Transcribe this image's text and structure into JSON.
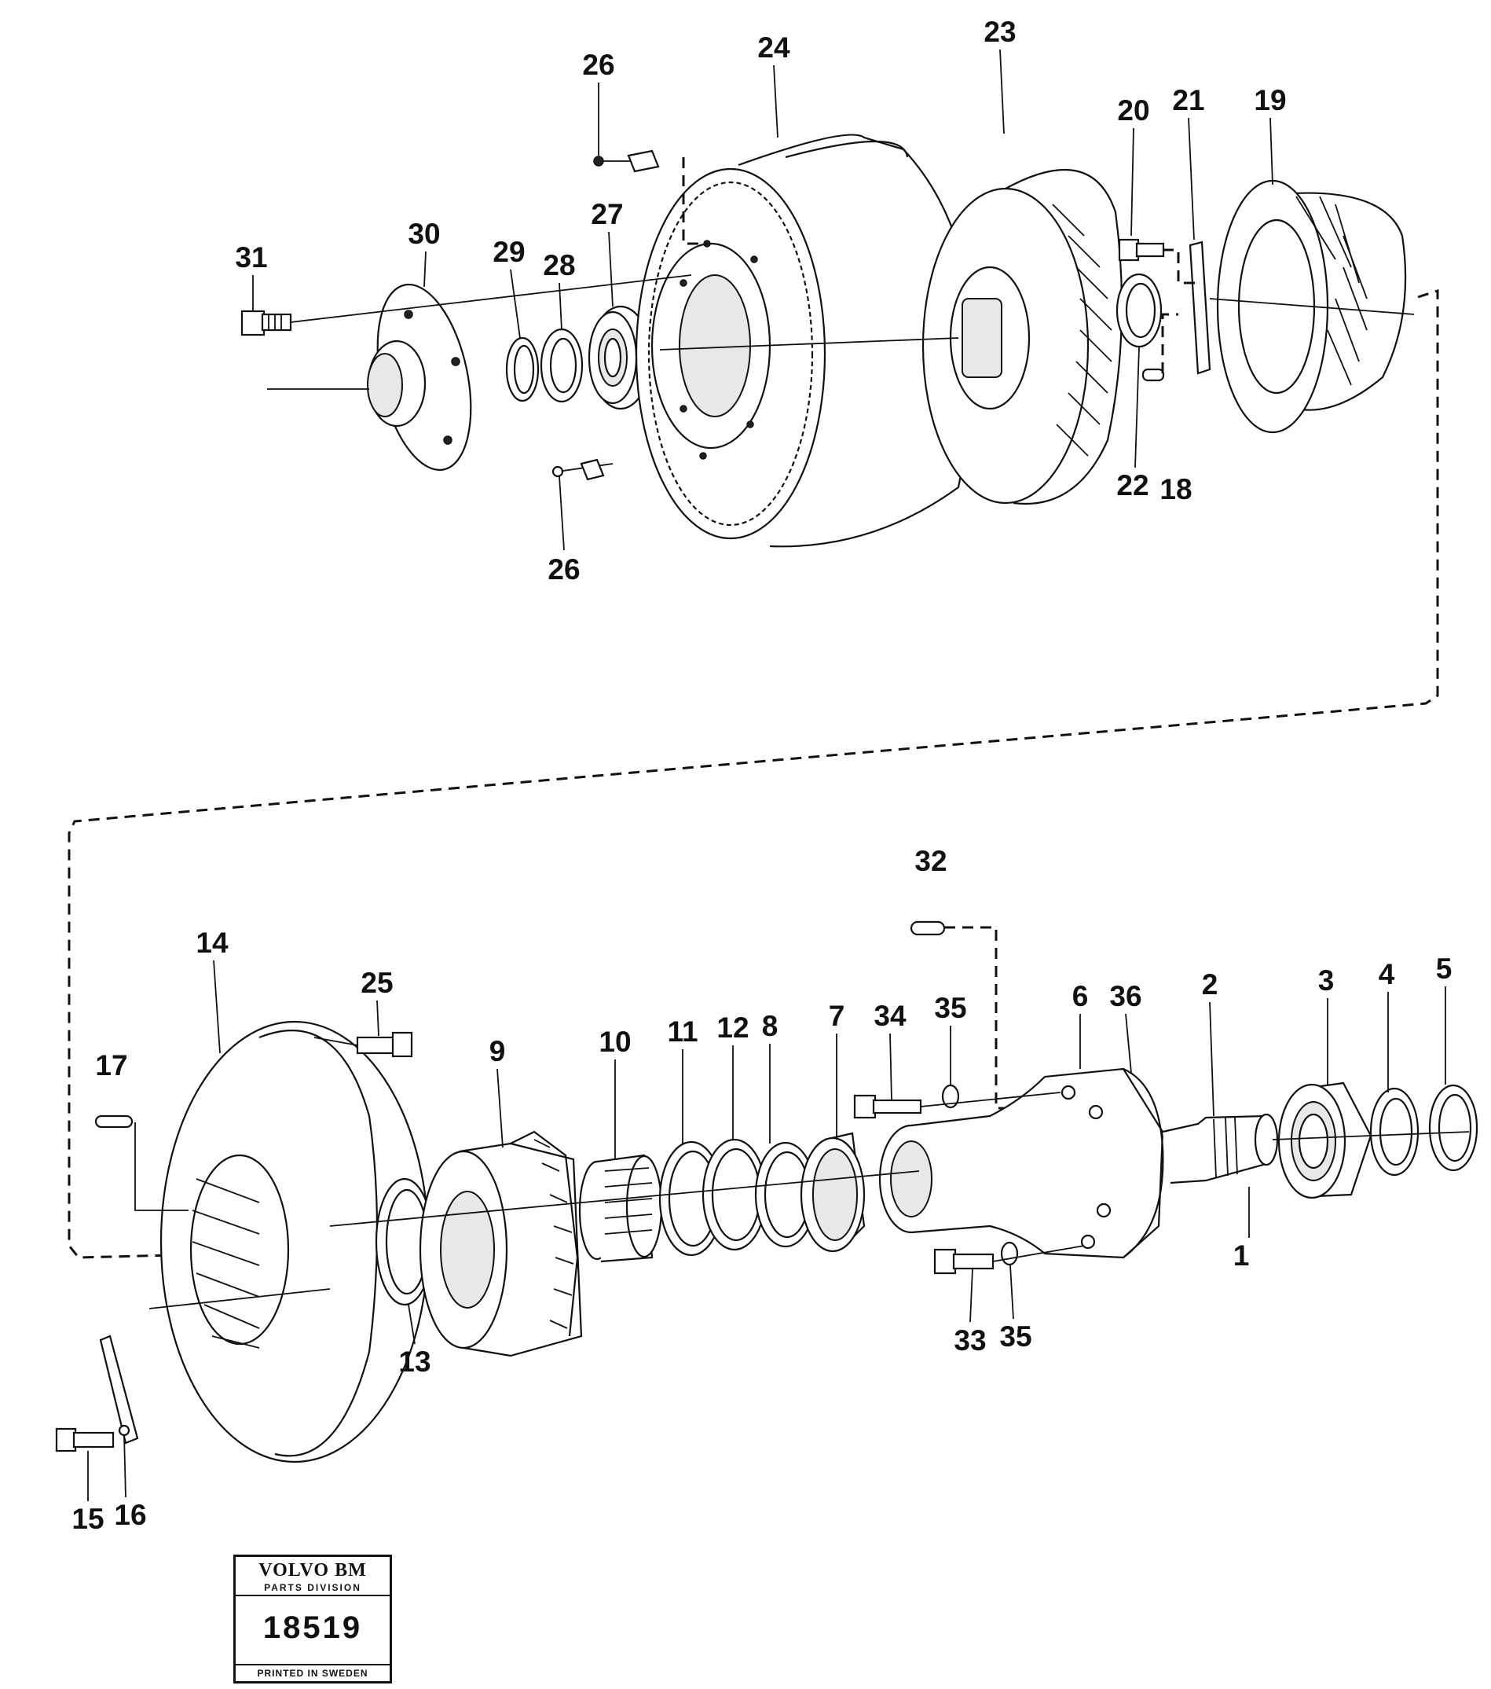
{
  "callouts": {
    "c1": "1",
    "c2": "2",
    "c3": "3",
    "c4": "4",
    "c5": "5",
    "c6": "6",
    "c7": "7",
    "c8": "8",
    "c9": "9",
    "c10": "10",
    "c11": "11",
    "c12": "12",
    "c13": "13",
    "c14": "14",
    "c15": "15",
    "c16": "16",
    "c17": "17",
    "c18": "18",
    "c19": "19",
    "c20": "20",
    "c21": "21",
    "c22": "22",
    "c23": "23",
    "c24": "24",
    "c25": "25",
    "c26a": "26",
    "c26b": "26",
    "c27": "27",
    "c28": "28",
    "c29": "29",
    "c30": "30",
    "c31": "31",
    "c32": "32",
    "c33": "33",
    "c34": "34",
    "c35a": "35",
    "c35b": "35",
    "c36": "36"
  },
  "stamp": {
    "brand": "VOLVO BM",
    "division": "PARTS DIVISION",
    "number": "18519",
    "footer": "PRINTED IN SWEDEN"
  }
}
